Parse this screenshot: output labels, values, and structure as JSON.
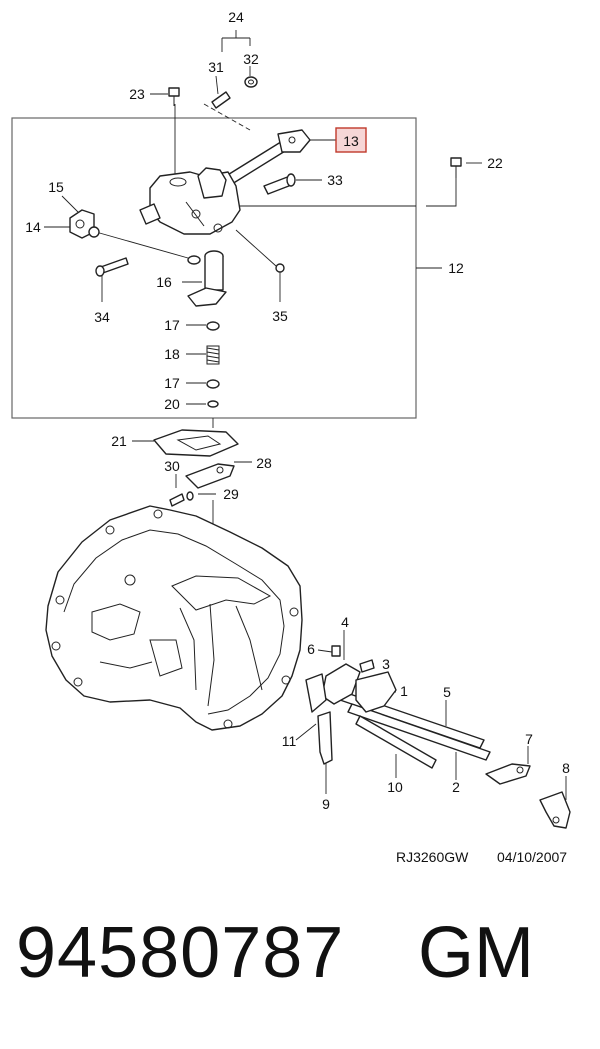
{
  "diagram": {
    "highlighted_callout": "13",
    "highlight_color": "#c0392b",
    "reference_code": "RJ3260GW",
    "reference_date": "04/10/2007",
    "callouts": [
      "24",
      "31",
      "32",
      "23",
      "13",
      "22",
      "33",
      "15",
      "14",
      "12",
      "16",
      "34",
      "35",
      "17",
      "18",
      "17",
      "20",
      "21",
      "28",
      "30",
      "29",
      "4",
      "6",
      "3",
      "1",
      "5",
      "11",
      "7",
      "9",
      "10",
      "2",
      "8"
    ]
  },
  "footer": {
    "part_number": "94580787",
    "brand": "GM"
  }
}
